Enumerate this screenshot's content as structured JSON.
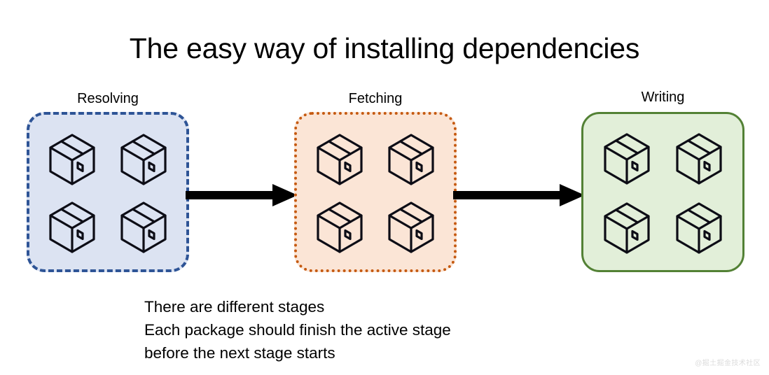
{
  "slide": {
    "title": "The easy way of installing dependencies",
    "background_color": "#ffffff"
  },
  "stages": [
    {
      "id": "resolving",
      "label": "Resolving",
      "border_style": "dashed",
      "border_color": "#2e5496",
      "fill_color": "#dce3f2",
      "package_count": 4,
      "icon": "package-box-icon"
    },
    {
      "id": "fetching",
      "label": "Fetching",
      "border_style": "dotted",
      "border_color": "#c55a11",
      "fill_color": "#fbe5d6",
      "package_count": 4,
      "icon": "package-box-icon"
    },
    {
      "id": "writing",
      "label": "Writing",
      "border_style": "solid",
      "border_color": "#538135",
      "fill_color": "#e2efd9",
      "package_count": 4,
      "icon": "package-box-icon"
    }
  ],
  "arrows": [
    {
      "id": "arrow-resolving-to-fetching",
      "from": "resolving",
      "to": "fetching",
      "color": "#000000"
    },
    {
      "id": "arrow-fetching-to-writing",
      "from": "fetching",
      "to": "writing",
      "color": "#000000"
    }
  ],
  "caption": {
    "line1": "There are different stages",
    "line2": "Each package should finish the active stage",
    "line3": "before the next stage starts"
  },
  "watermark": {
    "text": "@掘土掘金技术社区",
    "color": "#dcdcdc"
  }
}
